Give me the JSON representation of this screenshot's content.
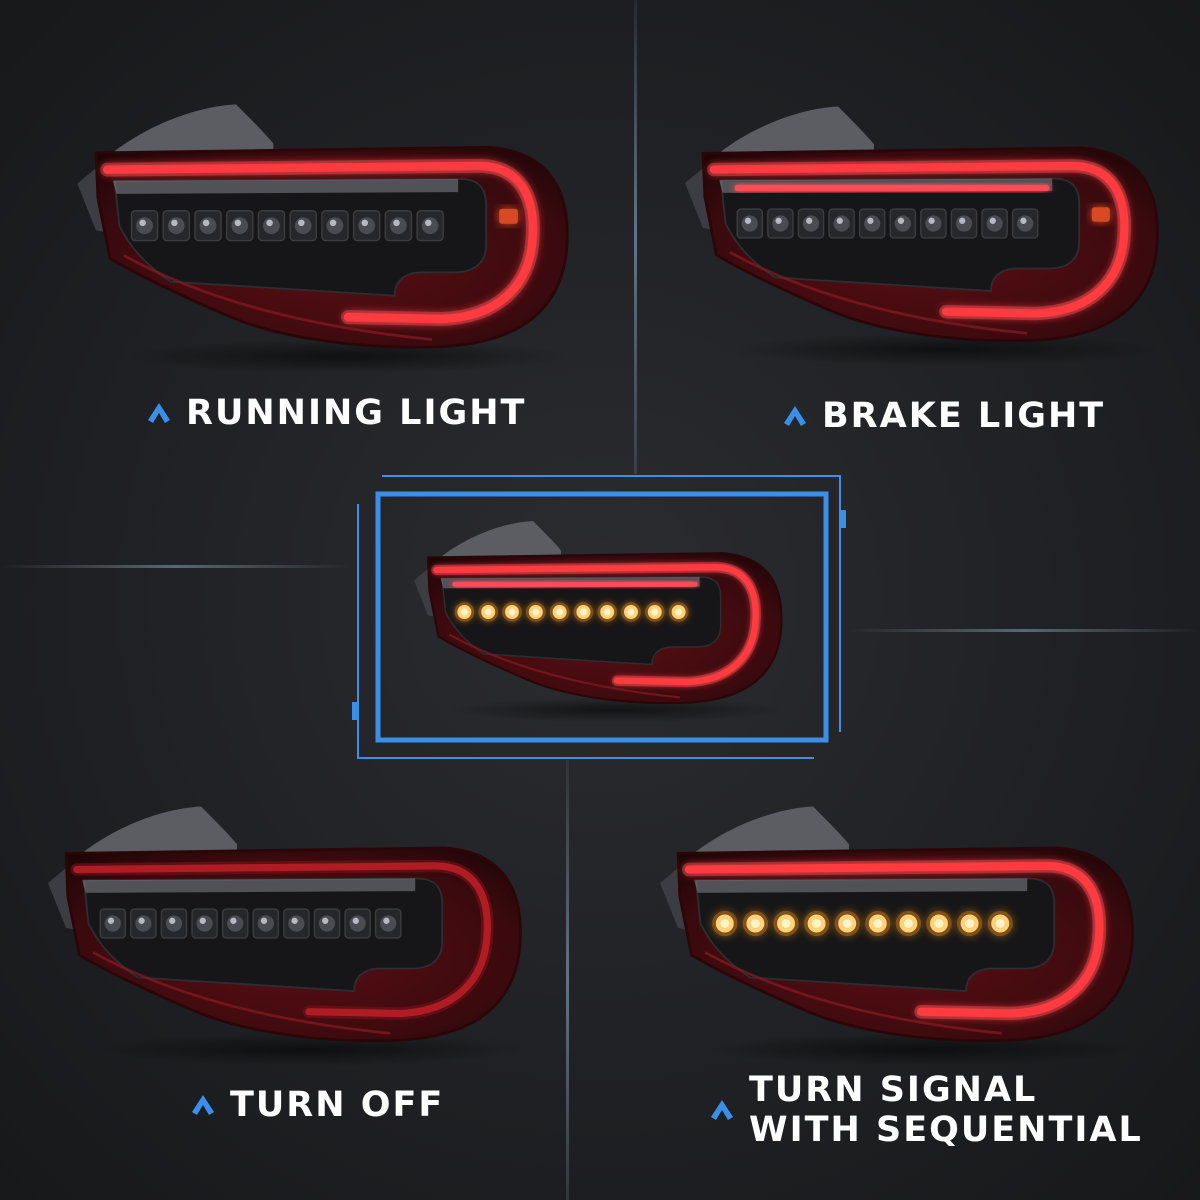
{
  "panels": {
    "running": {
      "label": "RUNNING LIGHT",
      "mode": "running",
      "icon": "chevron-up-icon"
    },
    "brake": {
      "label": "BRAKE LIGHT",
      "mode": "brake",
      "icon": "chevron-up-icon"
    },
    "center": {
      "label": "",
      "mode": "sequential"
    },
    "off": {
      "label": "TURN OFF",
      "mode": "off",
      "icon": "chevron-up-icon"
    },
    "turn": {
      "label": "TURN SIGNAL\nWITH SEQUENTIAL",
      "mode": "turn",
      "icon": "chevron-up-icon"
    }
  },
  "colors": {
    "accent": "#3a8fe8",
    "text": "#ffffff",
    "lamp_red": "#e3242b",
    "amber": "#ffb347"
  }
}
